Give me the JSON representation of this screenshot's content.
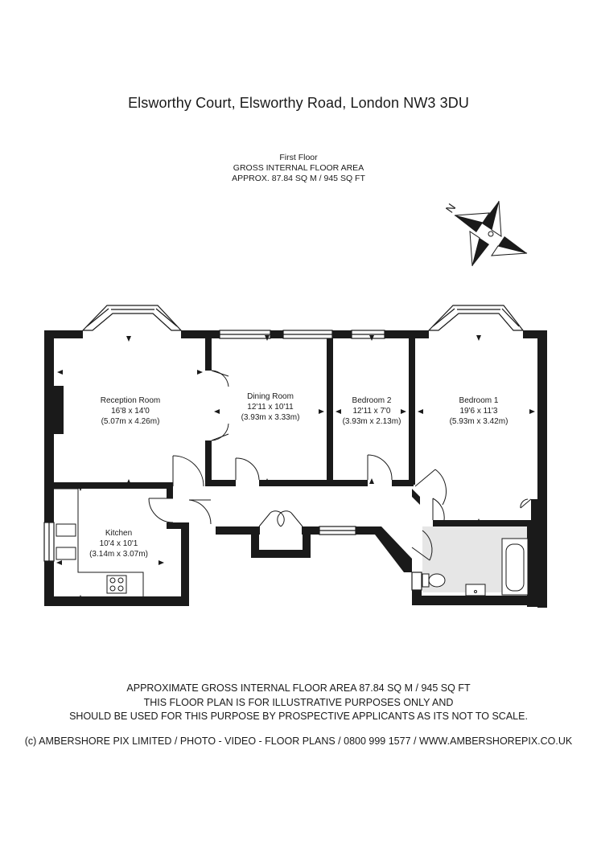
{
  "title": "Elsworthy Court, Elsworthy Road, London NW3 3DU",
  "floor": {
    "name": "First Floor",
    "area_heading": "GROSS INTERNAL FLOOR AREA",
    "area_value": "APPROX. 87.84 SQ M / 945 SQ FT"
  },
  "compass": {
    "north_label": "N"
  },
  "rooms": [
    {
      "name": "Reception Room",
      "imperial": "16'8 x 14'0",
      "metric": "(5.07m x 4.26m)"
    },
    {
      "name": "Dining Room",
      "imperial": "12'11 x 10'11",
      "metric": "(3.93m x 3.33m)"
    },
    {
      "name": "Bedroom 2",
      "imperial": "12'11 x 7'0",
      "metric": "(3.93m x 2.13m)"
    },
    {
      "name": "Bedroom 1",
      "imperial": "19'6 x 11'3",
      "metric": "(5.93m x 3.42m)"
    },
    {
      "name": "Kitchen",
      "imperial": "10'4 x 10'1",
      "metric": "(3.14m x 3.07m)"
    }
  ],
  "footer": {
    "line1": "APPROXIMATE GROSS INTERNAL FLOOR AREA 87.84 SQ M / 945 SQ FT",
    "line2": "THIS FLOOR PLAN IS FOR ILLUSTRATIVE PURPOSES ONLY AND",
    "line3": "SHOULD BE USED FOR THIS PURPOSE BY PROSPECTIVE APPLICANTS AS ITS NOT TO SCALE."
  },
  "credit": "(c) AMBERSHORE PIX LIMITED / PHOTO - VIDEO - FLOOR PLANS / 0800 999 1577 / WWW.AMBERSHOREPIX.CO.UK"
}
